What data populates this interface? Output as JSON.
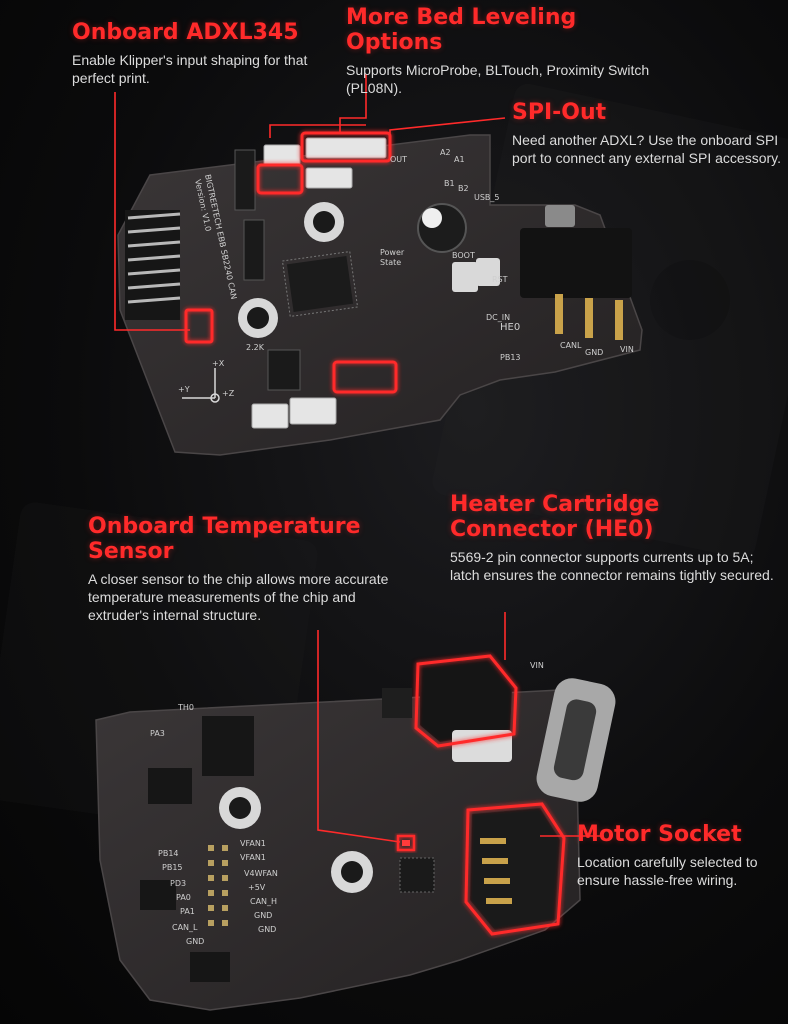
{
  "callouts": {
    "adxl": {
      "title": "Onboard ADXL345",
      "desc": "Enable Klipper's input shaping for that perfect print."
    },
    "bed": {
      "title": "More Bed Leveling Options",
      "desc": "Supports MicroProbe, BLTouch, Proximity Switch (PL08N)."
    },
    "spi": {
      "title": "SPI-Out",
      "desc": "Need another ADXL? Use the onboard SPI port to connect any external SPI accessory."
    },
    "temp": {
      "title": "Onboard Temperature Sensor",
      "desc": "A closer sensor to the chip allows more accurate temperature measurements of the chip and extruder's internal structure."
    },
    "heater": {
      "title": "Heater Cartridge Connector (HE0)",
      "desc": "5569-2 pin connector supports currents up to 5A; latch ensures the connector remains tightly secured."
    },
    "motor": {
      "title": "Motor Socket",
      "desc": "Location carefully selected to ensure hassle-free wiring."
    }
  },
  "board_top": {
    "silk_name": "BIGTREETECH EBB SB2240 CAN",
    "silk_version": "Version: V1.0",
    "labels": [
      "A2",
      "A1",
      "B1",
      "B2",
      "Power",
      "State",
      "BOOT",
      "RST",
      "DC_IN",
      "HE0",
      "PB13",
      "CANL",
      "GND",
      "VIN",
      "USB_5",
      "2.2K",
      "+X",
      "+Y",
      "+Z",
      "OUT"
    ]
  },
  "board_bottom": {
    "labels": [
      "PB14",
      "PB15",
      "PD3",
      "PA0",
      "PA1",
      "CAN_L",
      "GND",
      "VFAN1",
      "VFAN1",
      "V4WFAN",
      "+5V",
      "CAN_H",
      "GND",
      "GND",
      "TH0",
      "PA3",
      "VIN"
    ]
  },
  "colors": {
    "accent": "#ff2a2a",
    "board": "#2e2b2c",
    "background": "#0b0b0c"
  }
}
